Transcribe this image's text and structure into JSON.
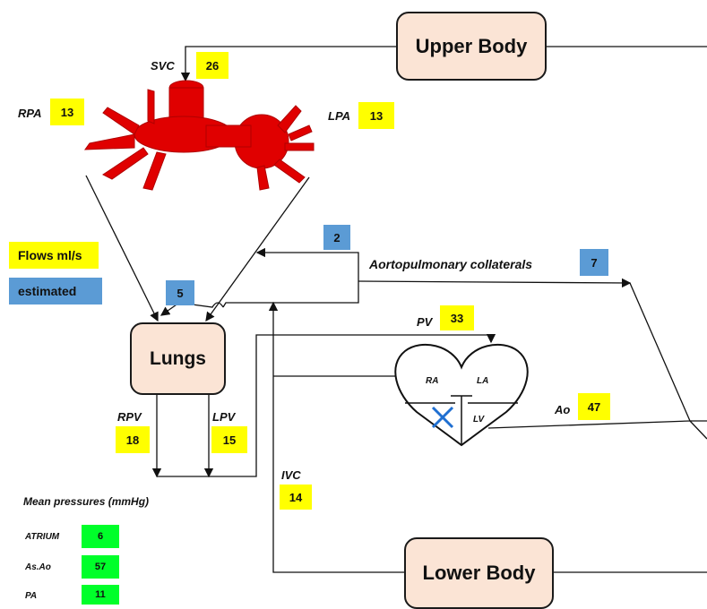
{
  "boxes": {
    "upper_body": "Upper Body",
    "lungs": "Lungs",
    "lower_body": "Lower Body"
  },
  "vessels": {
    "svc": {
      "label": "SVC",
      "value": "26"
    },
    "rpa": {
      "label": "RPA",
      "value": "13"
    },
    "lpa": {
      "label": "LPA",
      "value": "13"
    },
    "pv": {
      "label": "PV",
      "value": "33"
    },
    "ao": {
      "label": "Ao",
      "value": "47"
    },
    "rpv": {
      "label": "RPV",
      "value": "18"
    },
    "lpv": {
      "label": "LPV",
      "value": "15"
    },
    "ivc": {
      "label": "IVC",
      "value": "14"
    }
  },
  "collaterals": {
    "label": "Aortopulmonary collaterals",
    "value_main": "7",
    "value_upper": "2",
    "value_lower": "5"
  },
  "legend": {
    "flows": "Flows ml/s",
    "estimated": "estimated"
  },
  "heart": {
    "ra": "RA",
    "la": "LA",
    "lv": "LV"
  },
  "pressures": {
    "title": "Mean pressures (mmHg)",
    "rows": [
      {
        "label": "ATRIUM",
        "value": "6"
      },
      {
        "label": "As.Ao",
        "value": "57"
      },
      {
        "label": "PA",
        "value": "11"
      }
    ]
  },
  "colors": {
    "measured": "#ffff00",
    "estimated": "#5b9bd5",
    "pressure": "#00ff2a",
    "box_fill": "#fbe4d5",
    "vessel": "#e00000"
  }
}
